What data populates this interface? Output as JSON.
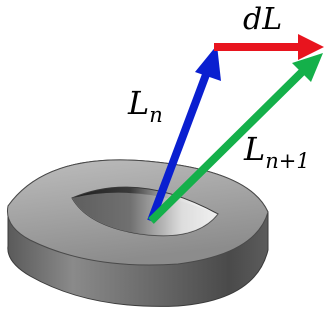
{
  "labels": {
    "dL": "dL",
    "Ln_base": "L",
    "Ln_sub": "n",
    "Ln1_base": "L",
    "Ln1_sub": "n+1"
  },
  "colors": {
    "dL_arrow": "#e8141e",
    "Ln_arrow": "#0a1fd0",
    "Ln1_arrow": "#14b04a",
    "ring": "#6e6e6e"
  }
}
